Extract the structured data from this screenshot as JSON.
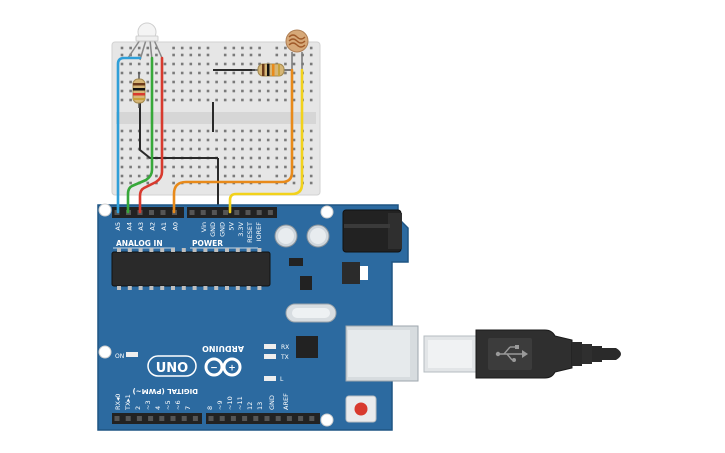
{
  "colors": {
    "board": "#2c6aa0",
    "board_edge": "#1f5583",
    "breadboard": "#e8e8e8",
    "wire_blue": "#2f9fd8",
    "wire_green": "#37a83a",
    "wire_red": "#d83a2e",
    "wire_orange": "#e88a1a",
    "wire_yellow": "#f2d21b",
    "wire_black": "#2a2a2a",
    "usb_cable": "#3a3a3a"
  },
  "board": {
    "brand": "ARDUINO",
    "model": "UNO",
    "on_label": "ON",
    "tx_label": "TX",
    "rx_label": "RX",
    "l_label": "L",
    "analog_in": "ANALOG IN",
    "power": "POWER",
    "digital": "DIGITAL (PWM~)",
    "analog_pins": [
      "A5",
      "A4",
      "A3",
      "A2",
      "A1",
      "A0"
    ],
    "power_pins": [
      "Vin",
      "GND",
      "GND",
      "5V",
      "3.3V",
      "RESET",
      "IOREF"
    ],
    "digital_pins": [
      "RX◂0",
      "TX▸1",
      "2",
      "~3",
      "4",
      "~5",
      "~6",
      "7",
      "8",
      "~9",
      "~10",
      "~11",
      "12",
      "13",
      "GND",
      "AREF"
    ]
  },
  "components": {
    "led": "rgb-led",
    "photoresistor": "photoresistor",
    "resistors": 2
  }
}
